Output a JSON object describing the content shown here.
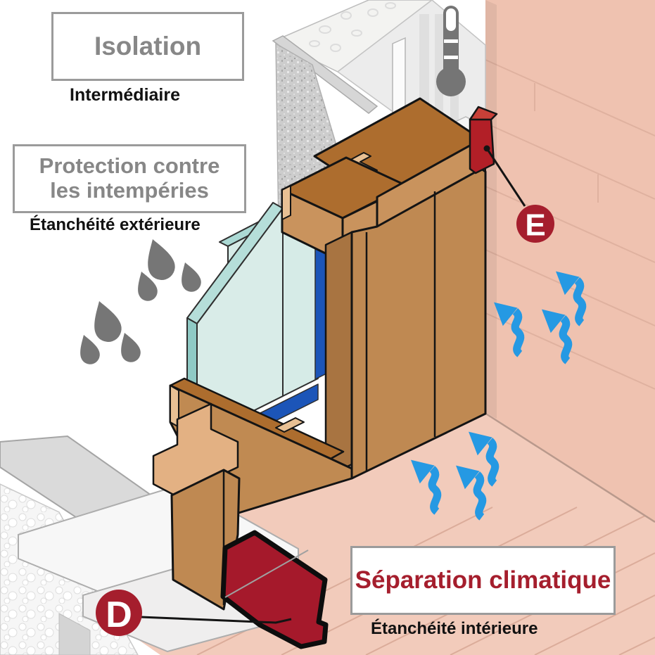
{
  "labels": {
    "isolation": {
      "title": "Isolation",
      "subtitle": "Intermédiaire"
    },
    "protection": {
      "title_line1": "Protection contre",
      "title_line2": "les intempéries",
      "subtitle": "Étanchéité extérieure"
    },
    "separation": {
      "title": "Séparation climatique",
      "subtitle": "Étanchéité intérieure"
    }
  },
  "callouts": {
    "d_label": "D",
    "e_label": "E"
  },
  "icons": {
    "thermometer": "thermometer-icon",
    "water_drops": "water-drops-icon",
    "airflow_arrows": "airflow-arrows-icon"
  },
  "colors": {
    "accent_red": "#a51e2d",
    "membrane_red": "#a5192b",
    "seal_red": "#b21f27",
    "arrow_blue": "#2599e3",
    "glass_seal_blue": "#1c55b8",
    "wood_front": "#bf8952",
    "wood_top": "#ad6d2e",
    "wood_endgrain": "#e8c094",
    "wall_pink": "#efc2b0",
    "floor_pink": "#f2cbbb",
    "label_gray": "#878787",
    "drop_gray": "#767676"
  }
}
